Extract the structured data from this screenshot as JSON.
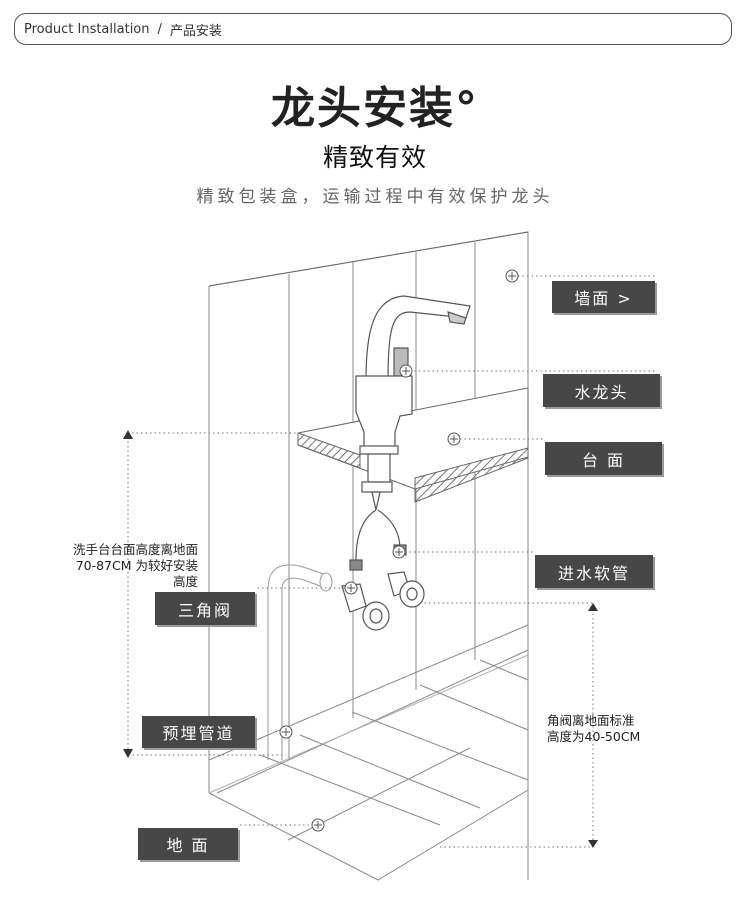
{
  "breadcrumb": {
    "en": "Product Installation",
    "sep": "/",
    "cn": "产品安装"
  },
  "heading": {
    "main": "龙头安装°",
    "sub": "精致有效",
    "desc": "精致包装盒，运输过程中有效保护龙头"
  },
  "labels": {
    "wall": "墙面 >",
    "faucet": "水龙头",
    "counter": "台 面",
    "hose": "进水软管",
    "angle_valve": "三角阀",
    "pipe": "预埋管道",
    "floor": "地 面"
  },
  "notes": {
    "counter_height": [
      "洗手台台面高度离地面",
      "70-87CM 为较好安装",
      "高度"
    ],
    "valve_height": [
      "角阀离地面标准",
      "高度为40-50CM"
    ]
  }
}
